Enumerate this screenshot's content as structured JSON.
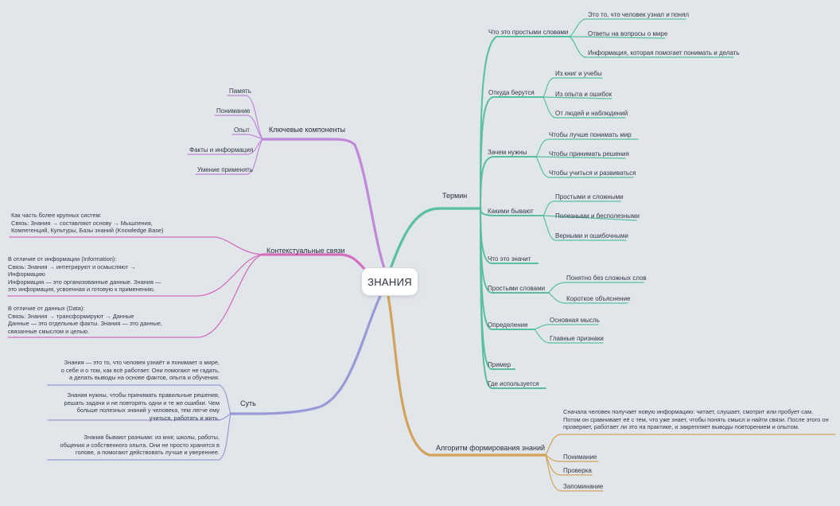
{
  "root": "ЗНАНИЯ",
  "colors": {
    "termin": "#5abf9f",
    "components": "#c187d8",
    "context": "#d66dc0",
    "essence": "#9b99d6",
    "algorithm": "#d3a35c",
    "background": "#e1e6ea"
  },
  "termin": {
    "label": "Термин",
    "simple_words": {
      "label": "Что это простыми словами",
      "items": [
        "Это то, что человек узнал и понял",
        "Ответы на вопросы о мире",
        "Информация, которая помогает понимать и делать"
      ]
    },
    "where_from": {
      "label": "Откуда берутся",
      "items": [
        "Из книг и учебы",
        "Из опыта и ошибок",
        "От людей и наблюдений"
      ]
    },
    "why_needed": {
      "label": "Зачем нужны",
      "items": [
        "Чтобы лучше понимать мир",
        "Чтобы принимать решения",
        "Чтобы учиться и развиваться"
      ]
    },
    "kinds": {
      "label": "Какими бывают",
      "items": [
        "Простыми и сложными",
        "Полезными и бесполезными",
        "Верными и ошибочными"
      ]
    },
    "meaning": {
      "label": "Что это значит"
    },
    "plain": {
      "label": "Простыми словами",
      "items": [
        "Понятно без сложных слов",
        "Короткое объяснение"
      ]
    },
    "definition": {
      "label": "Определение",
      "items": [
        "Основная мысль",
        "Главные признаки"
      ]
    },
    "example": {
      "label": "Пример"
    },
    "usage": {
      "label": "Где используется"
    }
  },
  "components": {
    "label": "Ключевые компоненты",
    "items": [
      "Память",
      "Понимание",
      "Опыт",
      "Факты и информация",
      "Умение применять"
    ]
  },
  "context": {
    "label": "Контекстуальные связи",
    "items": [
      [
        "Как часть более крупных систем:",
        "Связь: Знания → составляют основу → Мышления,",
        "Компетенций, Культуры, Базы знаний (Knowledge Base)"
      ],
      [
        "В отличие от информации (Information):",
        "Связь: Знания → интегрируют и осмысляют →",
        "Информацию",
        "Информация — это организованные данные. Знания —",
        "это информация, усвоенная и готовую к применению."
      ],
      [
        "В отличие от данных (Data):",
        "Связь: Знания → трансформируют → Данные",
        "Данные — это отдельные факты. Знания — это данные,",
        "связанные смыслом и целью."
      ]
    ]
  },
  "essence": {
    "label": "Суть",
    "items": [
      [
        "Знания — это то, что человек узнаёт и понимает о мире,",
        "о себе и о том, как всё работает. Они помогают не гадать,",
        "а делать выводы на основе фактов, опыта и обучения."
      ],
      [
        "Знания нужны, чтобы принимать правильные решения,",
        "решать задачи и не повторять одни и те же ошибки. Чем",
        "больше полезных знаний у человека, тем легче ему",
        "учиться, работать и жить."
      ],
      [
        "Знания бывают разными: из книг, школы, работы,",
        "общения и собственного опыта. Они не просто хранятся в",
        "голове, а помогают действовать лучше и увереннее."
      ]
    ]
  },
  "algorithm": {
    "label": "Алгоритм формирования знаний",
    "description": [
      "Сначала человек получает новую информацию: читает, слушает, смотрит или пробует сам.",
      "Потом он сравнивает её с тем, что уже знает, чтобы понять смысл и найти связи. После этого он",
      "проверяет, работает ли это на практике, и закрепляет выводы повторением и опытом."
    ],
    "items": [
      "Понимание",
      "Проверка",
      "Запоминание"
    ]
  }
}
